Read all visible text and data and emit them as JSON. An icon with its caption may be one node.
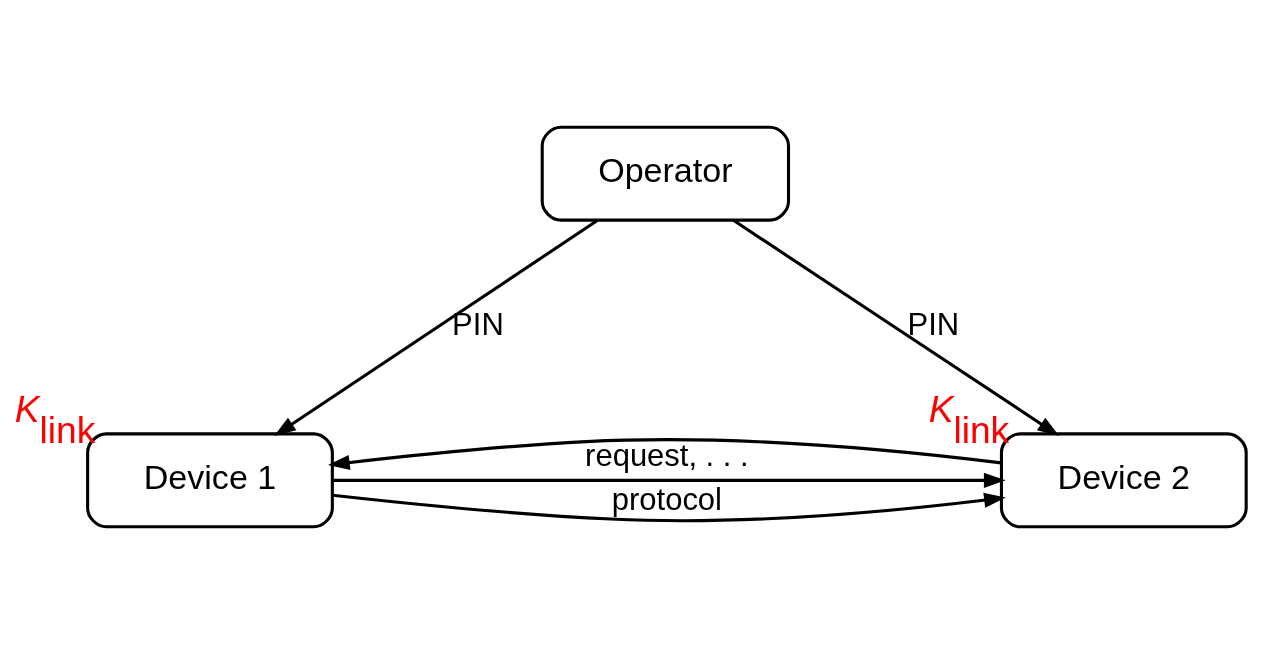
{
  "diagram": {
    "nodes": [
      {
        "text": [
          "Operator"
        ]
      },
      {
        "text": [
          "Device 1"
        ],
        "beside": [
          "*K*$_{link}$"
        ]
      },
      {
        "text": [
          "Device 2"
        ],
        "beside": [
          "*K*$_{link}$"
        ]
      }
    ],
    "edges": [
      {
        "from": 0,
        "to": 1,
        "arrow": "to",
        "label": "PIN"
      },
      {
        "from": 0,
        "to": 2,
        "arrow": "to",
        "label": "PIN"
      },
      {
        "from": 1,
        "to": 2,
        "arrow": "to",
        "label": "request, . . ."
      },
      {
        "from": 2,
        "to": 1,
        "arrow": "to"
      },
      {
        "from": 1,
        "to": 2,
        "arrow": "to",
        "label": "protocol"
      }
    ]
  }
}
